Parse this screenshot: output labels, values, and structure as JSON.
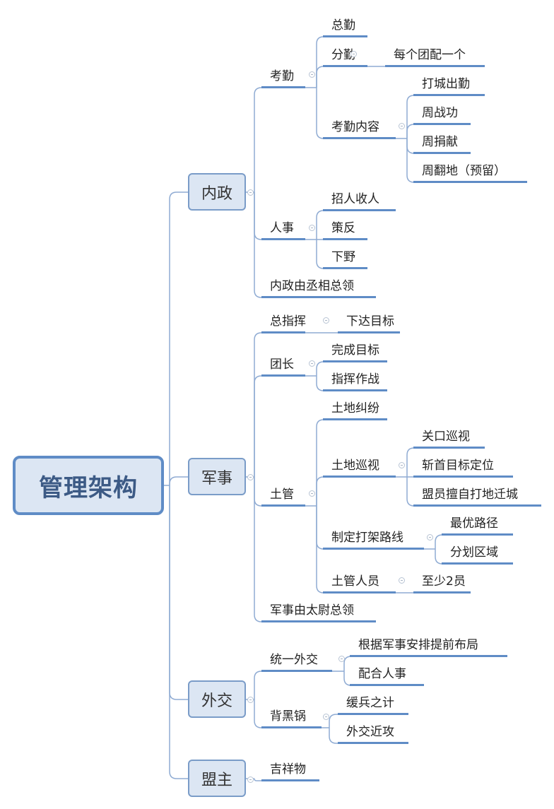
{
  "root": {
    "label": "管理架构"
  },
  "interior": {
    "label": "内政",
    "attendance": {
      "label": "考勤",
      "total": "总勤",
      "sub": "分勤",
      "sub_note": "每个团配一个",
      "content": {
        "label": "考勤内容",
        "items": [
          "打城出勤",
          "周战功",
          "周捐献",
          "周翻地（预留）"
        ]
      }
    },
    "personnel": {
      "label": "人事",
      "items": [
        "招人收人",
        "策反",
        "下野"
      ]
    },
    "note": "内政由丞相总领"
  },
  "military": {
    "label": "军事",
    "commander": {
      "label": "总指挥",
      "note": "下达目标"
    },
    "captain": {
      "label": "团长",
      "items": [
        "完成目标",
        "指挥作战"
      ]
    },
    "land": {
      "label": "土管",
      "dispute": "土地纠纷",
      "patrol": {
        "label": "土地巡视",
        "items": [
          "关口巡视",
          "斩首目标定位",
          "盟员擅自打地迁城"
        ]
      },
      "route": {
        "label": "制定打架路线",
        "items": [
          "最优路径",
          "分划区域"
        ]
      },
      "staff": {
        "label": "土管人员",
        "note": "至少2员"
      }
    },
    "note": "军事由太尉总领"
  },
  "diplomacy": {
    "label": "外交",
    "unified": {
      "label": "统一外交",
      "items": [
        "根据军事安排提前布局",
        "配合人事"
      ]
    },
    "scapegoat": {
      "label": "背黑锅",
      "items": [
        "缓兵之计",
        "外交近攻"
      ]
    }
  },
  "leader": {
    "label": "盟主",
    "items": [
      "吉祥物"
    ]
  },
  "colors": {
    "line": "#5f8cc6",
    "connector": "#8fabd3",
    "box_fill": "#dce6f3"
  }
}
